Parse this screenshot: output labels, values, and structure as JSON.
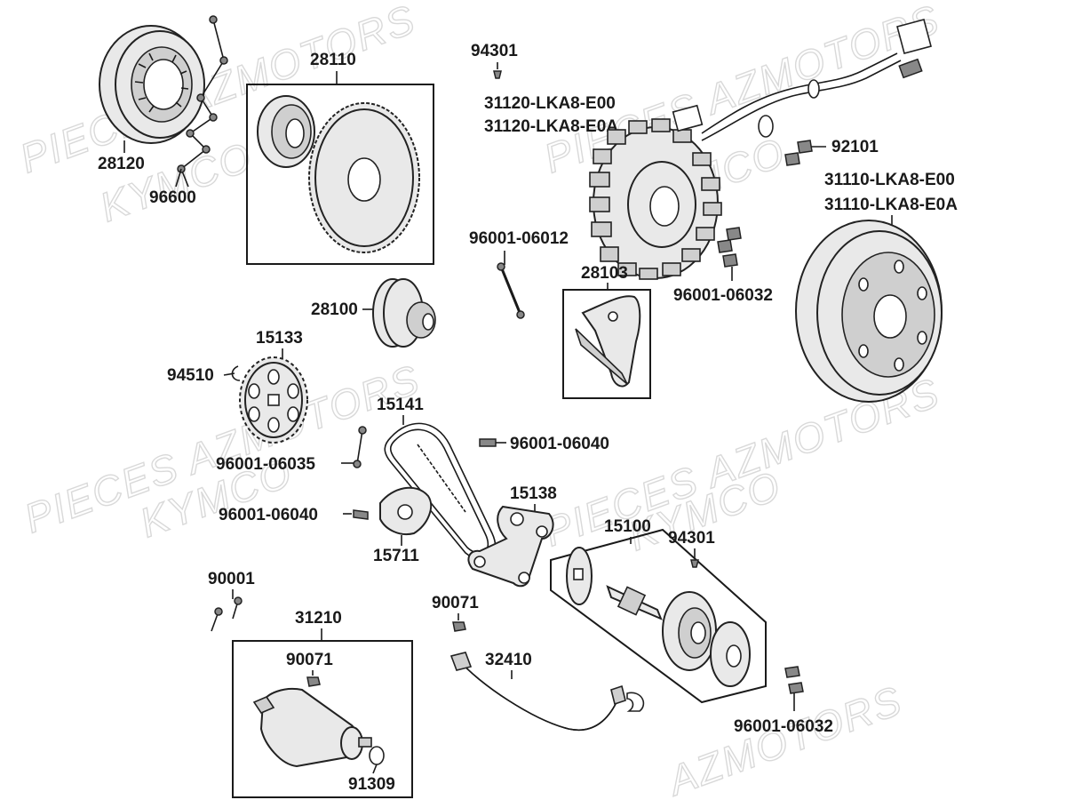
{
  "watermarks": [
    "PIECES AZMOTORS",
    "KYMCO",
    "PIECES AZMOTORS",
    "KYMCO",
    "PIECES AZMOTORS",
    "KYMCO",
    "PIECES AZMOTORS",
    "KYMCO",
    "AZMOTORS"
  ],
  "labels": {
    "p28120": "28120",
    "p96600": "96600",
    "p28110": "28110",
    "p94301_top": "94301",
    "p31120_a": "31120-LKA8-E00",
    "p31120_b": "31120-LKA8-E0A",
    "p92101": "92101",
    "p31110_a": "31110-LKA8-E00",
    "p31110_b": "31110-LKA8-E0A",
    "p96001_06012": "96001-06012",
    "p28103": "28103",
    "p96001_06032_top": "96001-06032",
    "p28100": "28100",
    "p15133": "15133",
    "p94510": "94510",
    "p15141": "15141",
    "p96001_06040_right": "96001-06040",
    "p96001_06035": "96001-06035",
    "p15138": "15138",
    "p96001_06040_left": "96001-06040",
    "p15711": "15711",
    "p15100": "15100",
    "p94301_bottom": "94301",
    "p90001": "90001",
    "p90071_mid": "90071",
    "p31210": "31210",
    "p90071_box": "90071",
    "p32410": "32410",
    "p96001_06032_bottom": "96001-06032",
    "p91309": "91309"
  }
}
